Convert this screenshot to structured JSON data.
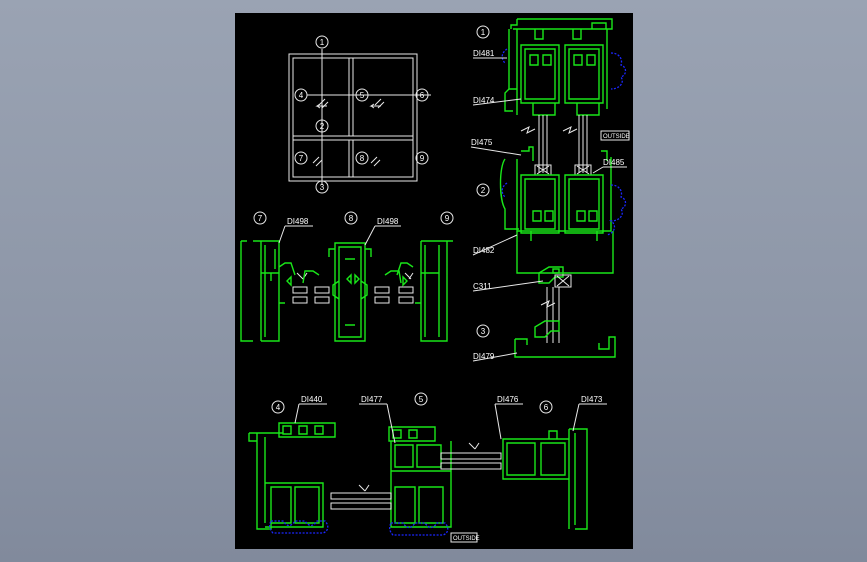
{
  "drawing": {
    "callouts": [
      "1",
      "2",
      "3",
      "4",
      "5",
      "6",
      "7",
      "8",
      "9"
    ],
    "labels": {
      "d1481": "DI481",
      "d1474": "DI474",
      "d1475": "DI475",
      "d1485": "DI485",
      "d1482": "DI482",
      "c311": "C311",
      "d1479": "DI479",
      "d1498a": "DI498",
      "d1498b": "DI498",
      "d1440": "DI440",
      "d1477": "DI477",
      "d1476": "DI476",
      "d1473": "DI473",
      "outside_top": "OUTSIDE",
      "outside_bottom": "OUTSIDE"
    }
  },
  "colors": {
    "background": "#8e97a8",
    "sheet": "#000000",
    "profile": "#19e619",
    "gasket": "#1b27ff",
    "annotation": "#e8e8e8"
  }
}
